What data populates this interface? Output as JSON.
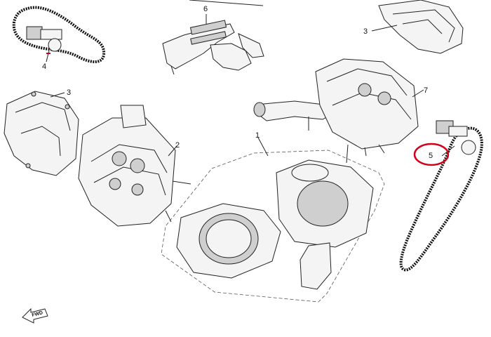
{
  "callouts": {
    "c1": "1",
    "c2": "2",
    "c3_left": "3",
    "c3_top": "3",
    "c4": "4",
    "c5": "5",
    "c6": "6",
    "c7": "7"
  },
  "fwd_label": "FWD",
  "highlight_color": "#d0021b"
}
